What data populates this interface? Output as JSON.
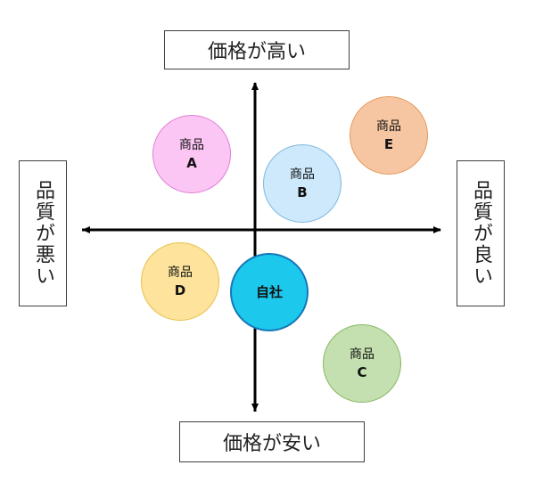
{
  "labels": {
    "top": "価格が高い",
    "bottom": "価格が安い",
    "left": "品質が悪い",
    "right": "品質が良い"
  },
  "products": [
    {
      "word": "商品",
      "letter": "A",
      "fill": "#fbc6f4",
      "stroke": "#e27fd6"
    },
    {
      "word": "商品",
      "letter": "B",
      "fill": "#cde9fb",
      "stroke": "#7fb8e0"
    },
    {
      "word": "商品",
      "letter": "C",
      "fill": "#c4dfb0",
      "stroke": "#86b960"
    },
    {
      "word": "商品",
      "letter": "D",
      "fill": "#fde39b",
      "stroke": "#e8c049"
    },
    {
      "word": "商品",
      "letter": "E",
      "fill": "#f6c6a2",
      "stroke": "#e59a5d"
    }
  ],
  "own_company": {
    "label": "自社",
    "fill": "#1cc8ec",
    "stroke": "#1477b8"
  }
}
